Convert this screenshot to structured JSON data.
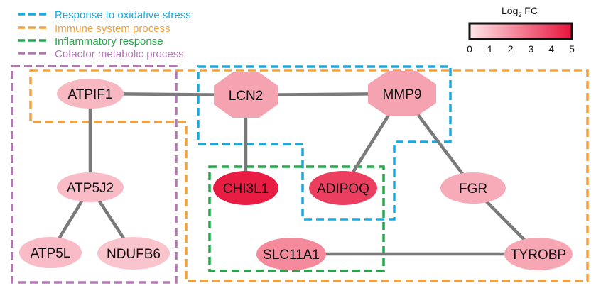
{
  "legend": {
    "items": [
      {
        "id": "oxidative",
        "label": "Response to oxidative stress",
        "color": "#1ba8dc"
      },
      {
        "id": "immune",
        "label": "Immune system process",
        "color": "#f2a23c"
      },
      {
        "id": "inflammatory",
        "label": "Inflammatory response",
        "color": "#22a84a"
      },
      {
        "id": "cofactor",
        "label": "Cofactor metabolic process",
        "color": "#b07ab0"
      }
    ]
  },
  "color_scale": {
    "title_main": "Log",
    "title_sub": "2",
    "title_rest": " FC",
    "ticks": [
      "0",
      "1",
      "2",
      "3",
      "4",
      "5"
    ],
    "color_low": "#fde6e8",
    "color_high": "#e8143c"
  },
  "nodes": [
    {
      "id": "ATPIF1",
      "label": "ATPIF1",
      "shape": "ellipse",
      "log2fc": 1.1
    },
    {
      "id": "LCN2",
      "label": "LCN2",
      "shape": "octagon",
      "log2fc": 1.6
    },
    {
      "id": "MMP9",
      "label": "MMP9",
      "shape": "octagon",
      "log2fc": 1.6
    },
    {
      "id": "ATP5J2",
      "label": "ATP5J2",
      "shape": "ellipse",
      "log2fc": 1.0
    },
    {
      "id": "CHI3L1",
      "label": "CHI3L1",
      "shape": "ellipse",
      "log2fc": 4.8
    },
    {
      "id": "ADIPOQ",
      "label": "ADIPOQ",
      "shape": "ellipse",
      "log2fc": 4.0
    },
    {
      "id": "FGR",
      "label": "FGR",
      "shape": "ellipse",
      "log2fc": 1.4
    },
    {
      "id": "ATP5L",
      "label": "ATP5L",
      "shape": "ellipse",
      "log2fc": 1.0
    },
    {
      "id": "NDUFB6",
      "label": "NDUFB6",
      "shape": "ellipse",
      "log2fc": 0.8
    },
    {
      "id": "SLC11A1",
      "label": "SLC11A1",
      "shape": "ellipse",
      "log2fc": 2.2
    },
    {
      "id": "TYROBP",
      "label": "TYROBP",
      "shape": "ellipse",
      "log2fc": 1.5
    }
  ],
  "edges": [
    [
      "ATPIF1",
      "LCN2"
    ],
    [
      "LCN2",
      "MMP9"
    ],
    [
      "ATPIF1",
      "ATP5J2"
    ],
    [
      "ATP5J2",
      "ATP5L"
    ],
    [
      "ATP5J2",
      "NDUFB6"
    ],
    [
      "LCN2",
      "CHI3L1"
    ],
    [
      "MMP9",
      "ADIPOQ"
    ],
    [
      "MMP9",
      "FGR"
    ],
    [
      "FGR",
      "TYROBP"
    ],
    [
      "SLC11A1",
      "TYROBP"
    ]
  ]
}
